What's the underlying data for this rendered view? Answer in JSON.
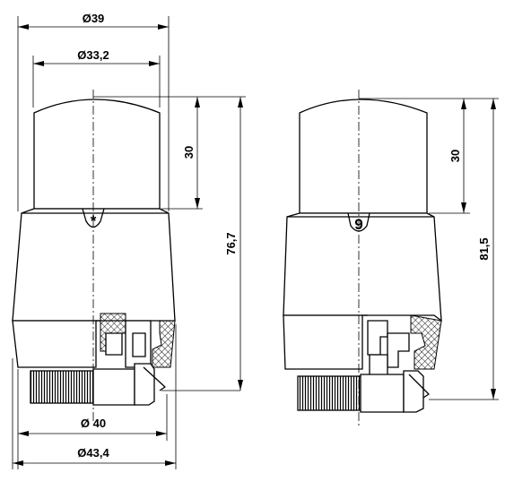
{
  "left_view": {
    "setting_mark": "*",
    "dimensions": {
      "outer_cap_diameter": "Ø39",
      "inner_cap_diameter": "Ø33,2",
      "cap_height": "30",
      "total_height": "76,7",
      "nut_diameter": "Ø 40",
      "overall_diameter": "Ø43,4"
    }
  },
  "right_view": {
    "setting_mark": "9",
    "dimensions": {
      "cap_height": "30",
      "total_height": "81,5"
    }
  }
}
